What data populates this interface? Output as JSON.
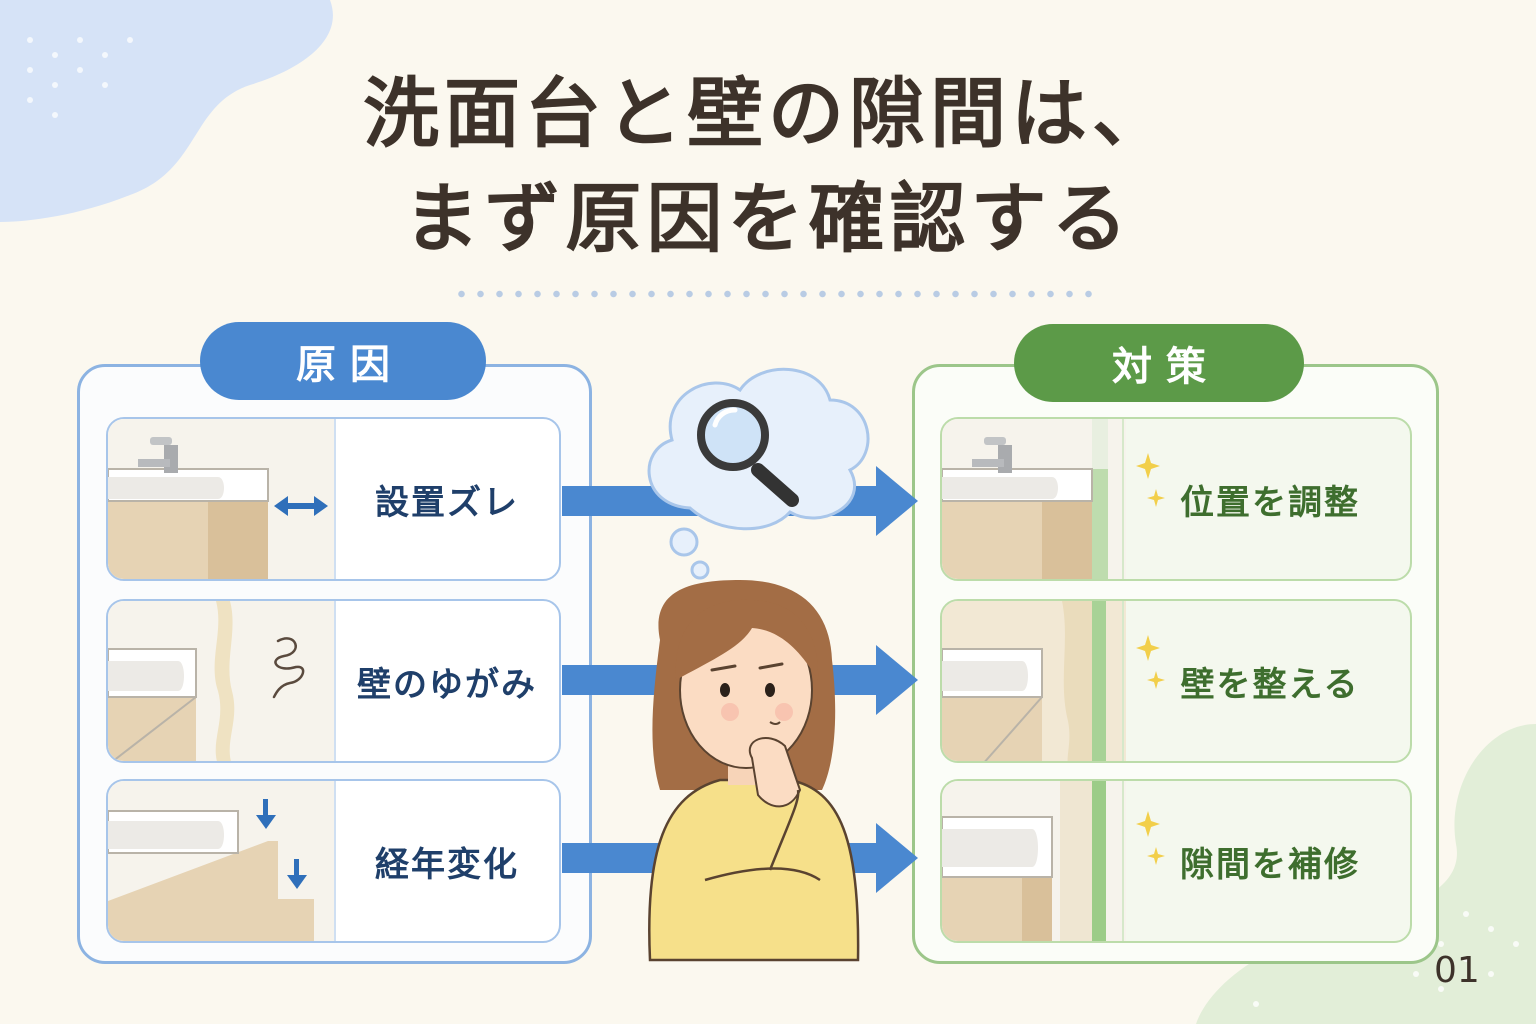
{
  "title": {
    "line1": "洗面台と壁の隙間は、",
    "line2": "まず原因を確認する"
  },
  "cause_panel": {
    "heading": "原因",
    "items": [
      {
        "label": "設置ズレ",
        "indicator_icon": "double-arrow-icon"
      },
      {
        "label": "壁のゆがみ",
        "indicator_icon": "squiggle-icon"
      },
      {
        "label": "経年変化",
        "indicator_icon": "down-arrow-icon"
      }
    ]
  },
  "fix_panel": {
    "heading": "対策",
    "items": [
      {
        "label": "位置を調整",
        "indicator_icon": "sparkle-icon"
      },
      {
        "label": "壁を整える",
        "indicator_icon": "sparkle-icon"
      },
      {
        "label": "隙間を補修",
        "indicator_icon": "sparkle-icon"
      }
    ]
  },
  "center": {
    "thought_icon": "magnifier-icon",
    "character": "thinking-woman"
  },
  "page_number": "01",
  "colors": {
    "background": "#fbf8ef",
    "cause_accent": "#4a88d0",
    "fix_accent": "#5c9a48",
    "text": "#3d322a"
  }
}
